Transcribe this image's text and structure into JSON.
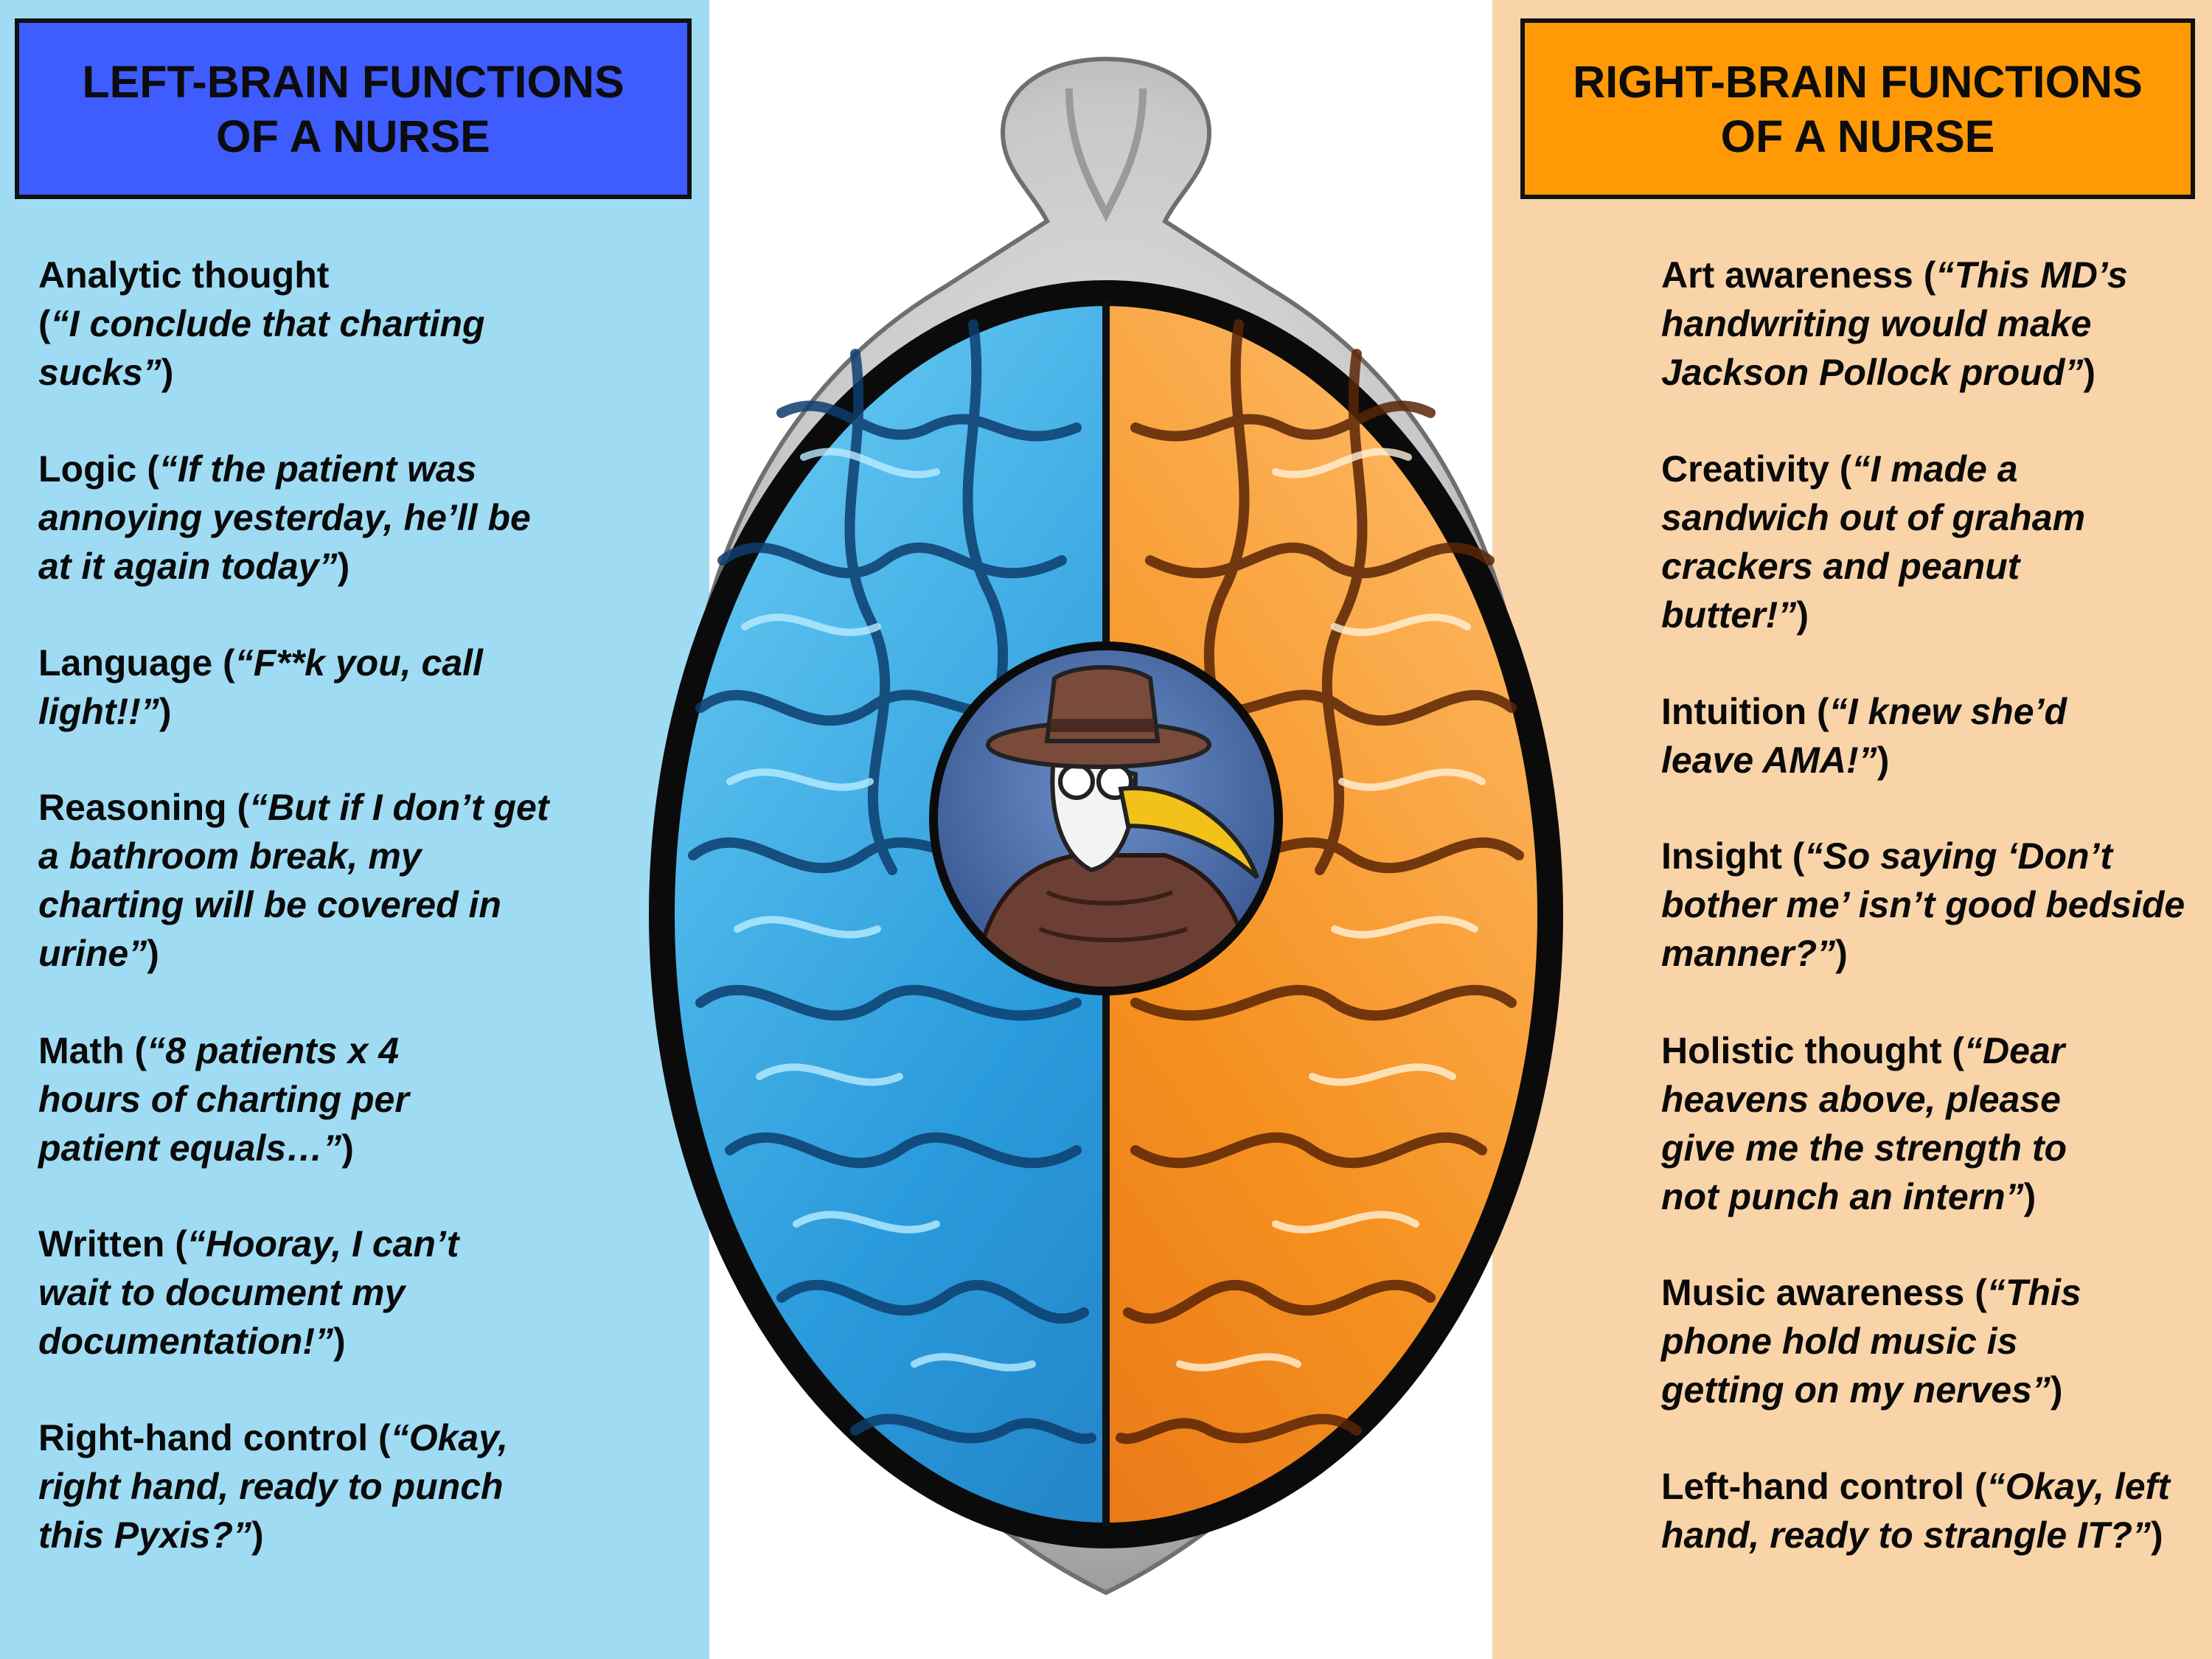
{
  "left": {
    "title_line1": "LEFT-BRAIN FUNCTIONS",
    "title_line2": "OF A NURSE",
    "items": [
      {
        "label": "Analytic thought",
        "sep": "\n(",
        "quote": "“I conclude that charting sucks”",
        "end": ")"
      },
      {
        "label": "Logic",
        "sep": " (",
        "quote": "“If the patient was annoying yesterday, he’ll be at it again today”",
        "end": ")"
      },
      {
        "label": "Language",
        "sep": " (",
        "quote": "“F**k you, call light!!”",
        "end": ")"
      },
      {
        "label": "Reasoning",
        "sep": " (",
        "quote": "“But if I don’t get a bathroom break, my charting will be covered in urine”",
        "end": ")"
      },
      {
        "label": "Math",
        "sep": " (",
        "quote": "“8 patients x 4 hours of charting per patient equals…”",
        "end": ")"
      },
      {
        "label": "Written",
        "sep": " (",
        "quote": "“Hooray, I can’t wait to document my documentation!”",
        "end": ")"
      },
      {
        "label": "Right-hand control",
        "sep": " (",
        "quote": "“Okay, right hand, ready to punch this Pyxis?”",
        "end": ")"
      }
    ]
  },
  "right": {
    "title_line1": "RIGHT-BRAIN FUNCTIONS",
    "title_line2": "OF A NURSE",
    "items": [
      {
        "label": "Art awareness",
        "sep": " (",
        "quote": "“This MD’s handwriting would make Jackson Pollock proud”",
        "end": ")"
      },
      {
        "label": "Creativity",
        "sep": " (",
        "quote": "“I made a sandwich out of graham crackers and peanut butter!”",
        "end": ")"
      },
      {
        "label": "Intuition",
        "sep": " (",
        "quote": "“I knew she’d leave AMA!”",
        "end": ")"
      },
      {
        "label": "Insight",
        "sep": " (",
        "quote": "“So saying ‘Don’t bother me’ isn’t good bedside manner?”",
        "end": ")"
      },
      {
        "label": "Holistic thought",
        "sep": " (",
        "quote": "“Dear heavens above, please give me the strength to not punch an intern”",
        "end": ")"
      },
      {
        "label": "Music awareness",
        "sep": " (",
        "quote": "“This phone hold music is getting on my nerves”",
        "end": ")"
      },
      {
        "label": "Left-hand control",
        "sep": " (",
        "quote": "“Okay, left hand, ready to strangle IT?”",
        "end": ")"
      }
    ]
  },
  "colors": {
    "left_panel": "#9fdcf3",
    "right_panel": "#f9d4a9",
    "left_title": "#3f5cff",
    "right_title": "#ff9a06",
    "left_hemisphere": "#2f9fe0",
    "right_hemisphere": "#f28a1e"
  },
  "icons": {
    "center": "plague-doctor-avatar-icon",
    "brain": "brain-top-view-icon"
  }
}
